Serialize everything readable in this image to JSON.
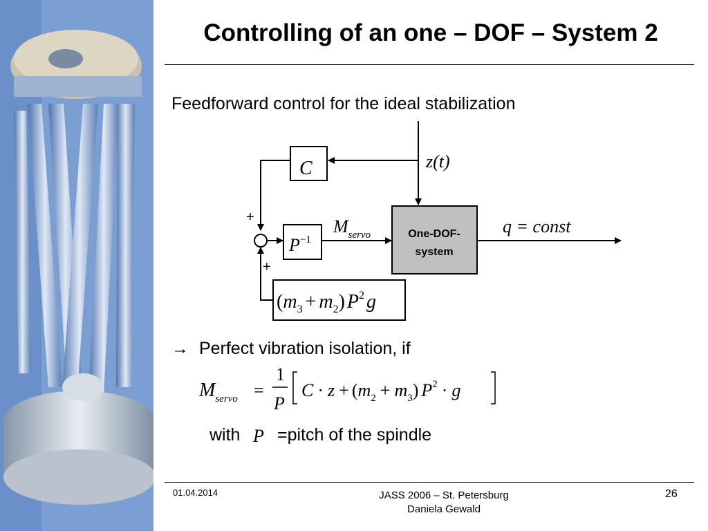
{
  "title": "Controlling of an one – DOF – System 2",
  "subtitle": "Feedforward control for the ideal stabilization",
  "diagram": {
    "block_c": "C",
    "block_p_inv": "P",
    "block_p_inv_exp": "−1",
    "block_gravity": {
      "m3": "m",
      "sub3": "3",
      "plus": "+",
      "m2": "m",
      "sub2": "2",
      "P": "P",
      "exp": "2",
      "g": "g"
    },
    "block_system_line1": "One-DOF-",
    "block_system_line2": "system",
    "input_label": "z(t)",
    "m_servo": "M",
    "m_servo_sub": "servo",
    "output_label": "q = const",
    "plus_top": "+",
    "plus_bottom": "+"
  },
  "result": {
    "arrow": "→",
    "text": "Perfect vibration isolation, if",
    "with_label": "with",
    "p_symbol": "P",
    "p_definition": "=pitch of the spindle"
  },
  "formula": {
    "lhs": "M",
    "lhs_sub": "servo",
    "eq": "=",
    "frac_num": "1",
    "frac_den": "P",
    "c": "C",
    "dot": "·",
    "z": "z",
    "plus": "+",
    "m2": "m",
    "sub2": "2",
    "m3": "m",
    "sub3": "3",
    "P": "P",
    "exp": "2",
    "g": "g"
  },
  "footer": {
    "date": "01.04.2014",
    "event": "JASS 2006 – St. Petersburg",
    "author": "Daniela Gewald",
    "page": "26"
  }
}
